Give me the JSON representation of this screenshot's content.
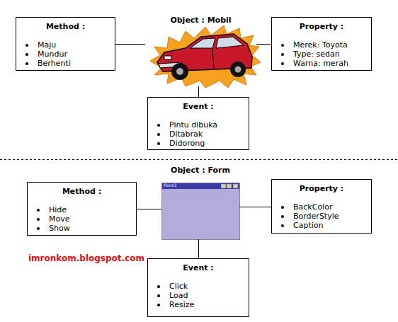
{
  "diagram": {
    "nodes": [
      {
        "text": [
          "Object : Mobil"
        ]
      },
      {
        "text": [
          "Method :",
          "Maju",
          "Mundur",
          "Berhenti"
        ]
      },
      {
        "text": [
          "Property :",
          "Merek: Toyota",
          "Type: sedan",
          "Warna: merah"
        ]
      },
      {
        "text": [
          "Event :",
          "Pintu dibuka",
          "Ditabrak",
          "Didorong"
        ]
      },
      {
        "text": [
          "Object : Form",
          "Form1"
        ]
      },
      {
        "text": [
          "Method :",
          "Hide",
          "Move",
          "Show"
        ]
      },
      {
        "text": [
          "Property :",
          "BackColor",
          "BorderStyle",
          "Caption"
        ]
      },
      {
        "text": [
          "Event :",
          "Click",
          "Load",
          "Resize"
        ]
      }
    ],
    "edges": [
      {
        "from": 1,
        "to": 0,
        "arrow": "none"
      },
      {
        "from": 2,
        "to": 0,
        "arrow": "none"
      },
      {
        "from": 3,
        "to": 0,
        "arrow": "none"
      },
      {
        "from": 5,
        "to": 4,
        "arrow": "none"
      },
      {
        "from": 6,
        "to": 4,
        "arrow": "none"
      },
      {
        "from": 7,
        "to": 4,
        "arrow": "none"
      }
    ],
    "labels": [
      "imronkom.blogspot.com"
    ]
  }
}
